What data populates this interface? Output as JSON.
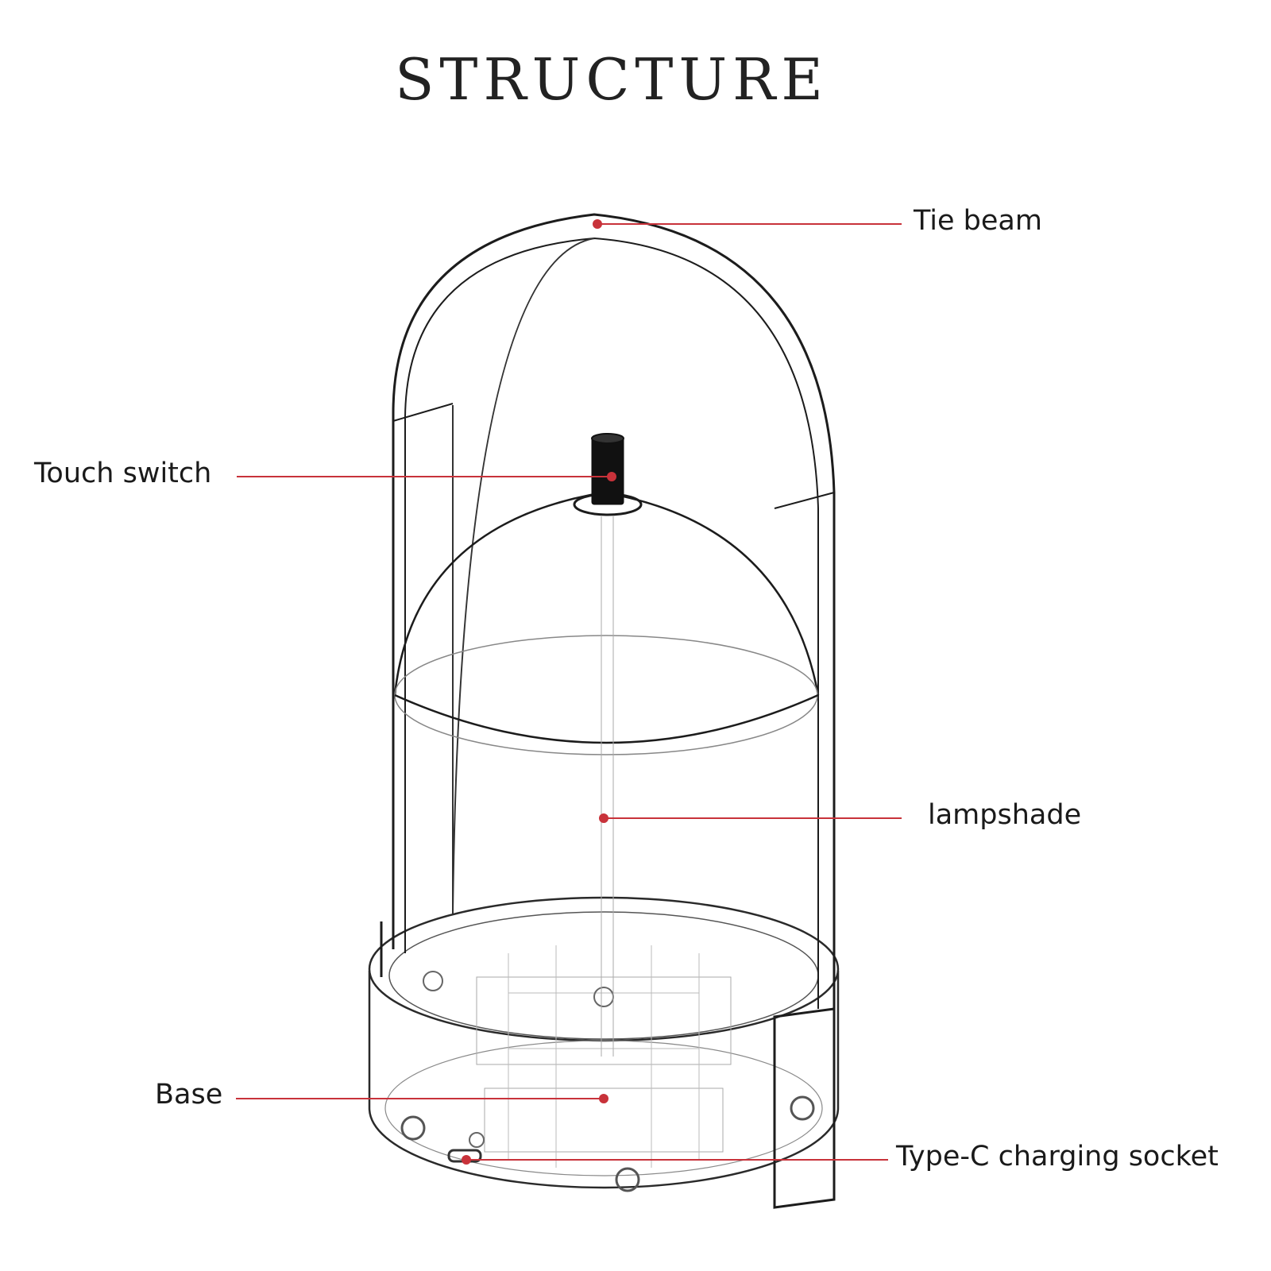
{
  "title": "STRUCTURE",
  "callouts": {
    "tie_beam": "Tie beam",
    "touch_switch": "Touch switch",
    "lampshade": "lampshade",
    "base": "Base",
    "type_c": "Type-C charging socket"
  },
  "colors": {
    "leader": "#c8323a",
    "outline": "#1c1c1c",
    "thin": "#8a8a8a"
  }
}
